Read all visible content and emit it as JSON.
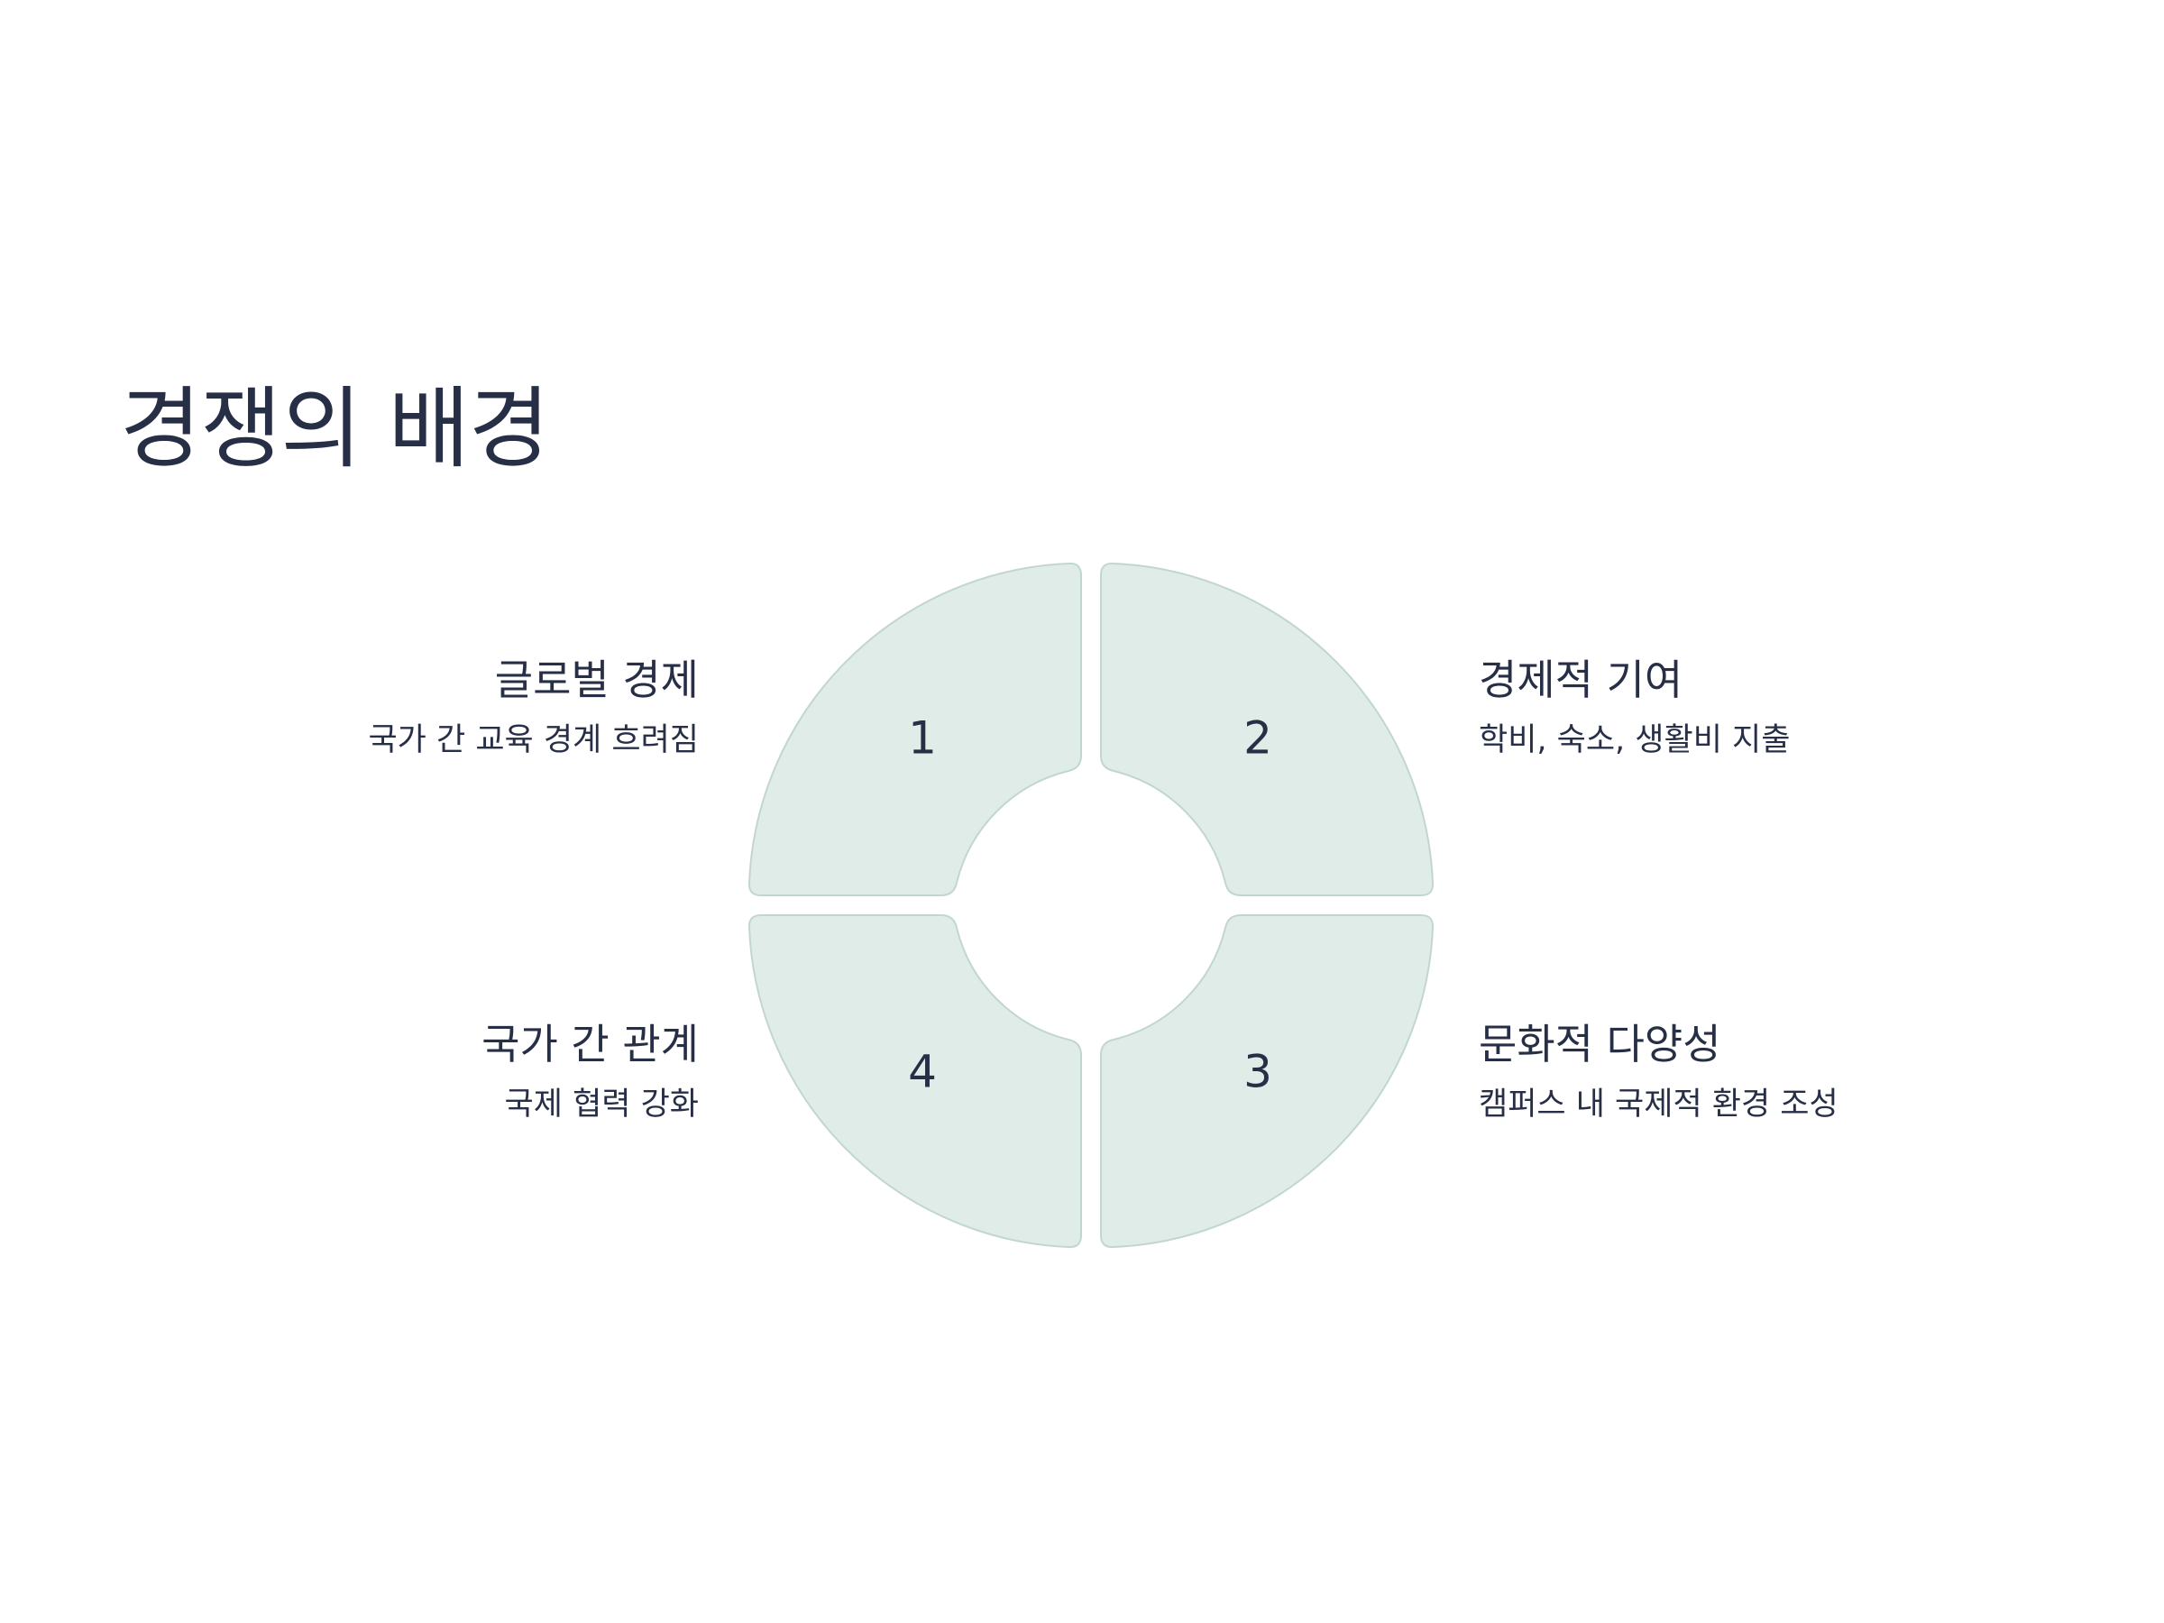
{
  "title": "경쟁의 배경",
  "colors": {
    "segment_fill": "#dfece8",
    "segment_stroke": "#c2d6d0",
    "text": "#272f47",
    "background": "#ffffff"
  },
  "segments": [
    {
      "number": "1",
      "title": "글로벌 경제",
      "description": "국가 간 교육 경계 흐려짐"
    },
    {
      "number": "2",
      "title": "경제적 기여",
      "description": "학비, 숙소, 생활비 지출"
    },
    {
      "number": "3",
      "title": "문화적 다양성",
      "description": "캠퍼스 내 국제적 환경 조성"
    },
    {
      "number": "4",
      "title": "국가 간 관계",
      "description": "국제 협력 강화"
    }
  ]
}
